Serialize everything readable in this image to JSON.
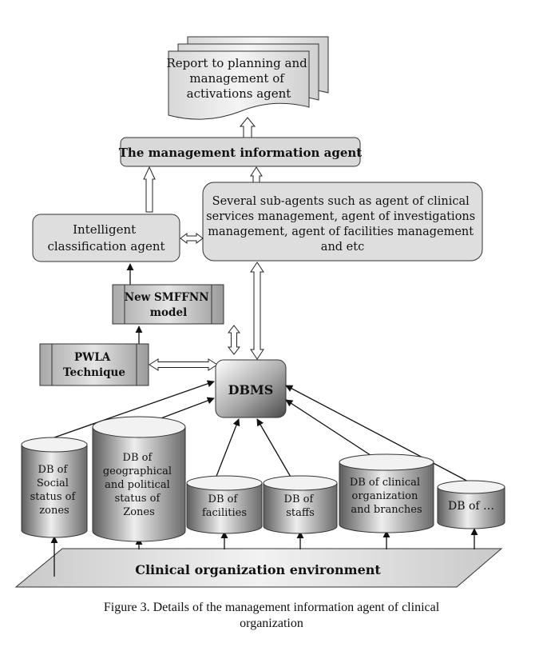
{
  "figure": {
    "report_doc": {
      "lines": [
        "Report to planning and",
        "management of",
        "activations agent"
      ]
    },
    "management_agent": {
      "label": "The management information agent"
    },
    "sub_agents": {
      "lines": [
        "Several sub-agents such as agent of clinical",
        "services management, agent of investigations",
        "management, agent of facilities management",
        "and etc"
      ]
    },
    "classification_agent": {
      "lines": [
        "Intelligent",
        "classification agent"
      ]
    },
    "smffnn_model": {
      "lines": [
        "New SMFFNN",
        "model"
      ]
    },
    "pwla_technique": {
      "lines": [
        "PWLA",
        "Technique"
      ]
    },
    "dbms": {
      "label": "DBMS"
    },
    "databases": [
      {
        "id": "social",
        "lines": [
          "DB of",
          "Social",
          "status of",
          "zones"
        ]
      },
      {
        "id": "geo",
        "lines": [
          "DB of",
          "geographical",
          "and political",
          "status of",
          "Zones"
        ]
      },
      {
        "id": "facilities",
        "lines": [
          "DB of",
          "facilities"
        ]
      },
      {
        "id": "staffs",
        "lines": [
          "DB of",
          "staffs"
        ]
      },
      {
        "id": "clinical",
        "lines": [
          "DB of clinical",
          "organization",
          "and branches"
        ]
      },
      {
        "id": "other",
        "lines": [
          "DB of …"
        ]
      }
    ],
    "environment": {
      "label": "Clinical organization environment"
    },
    "caption": {
      "line1": "Figure 3.   Details of the management information agent of clinical",
      "line2": "organization"
    }
  }
}
